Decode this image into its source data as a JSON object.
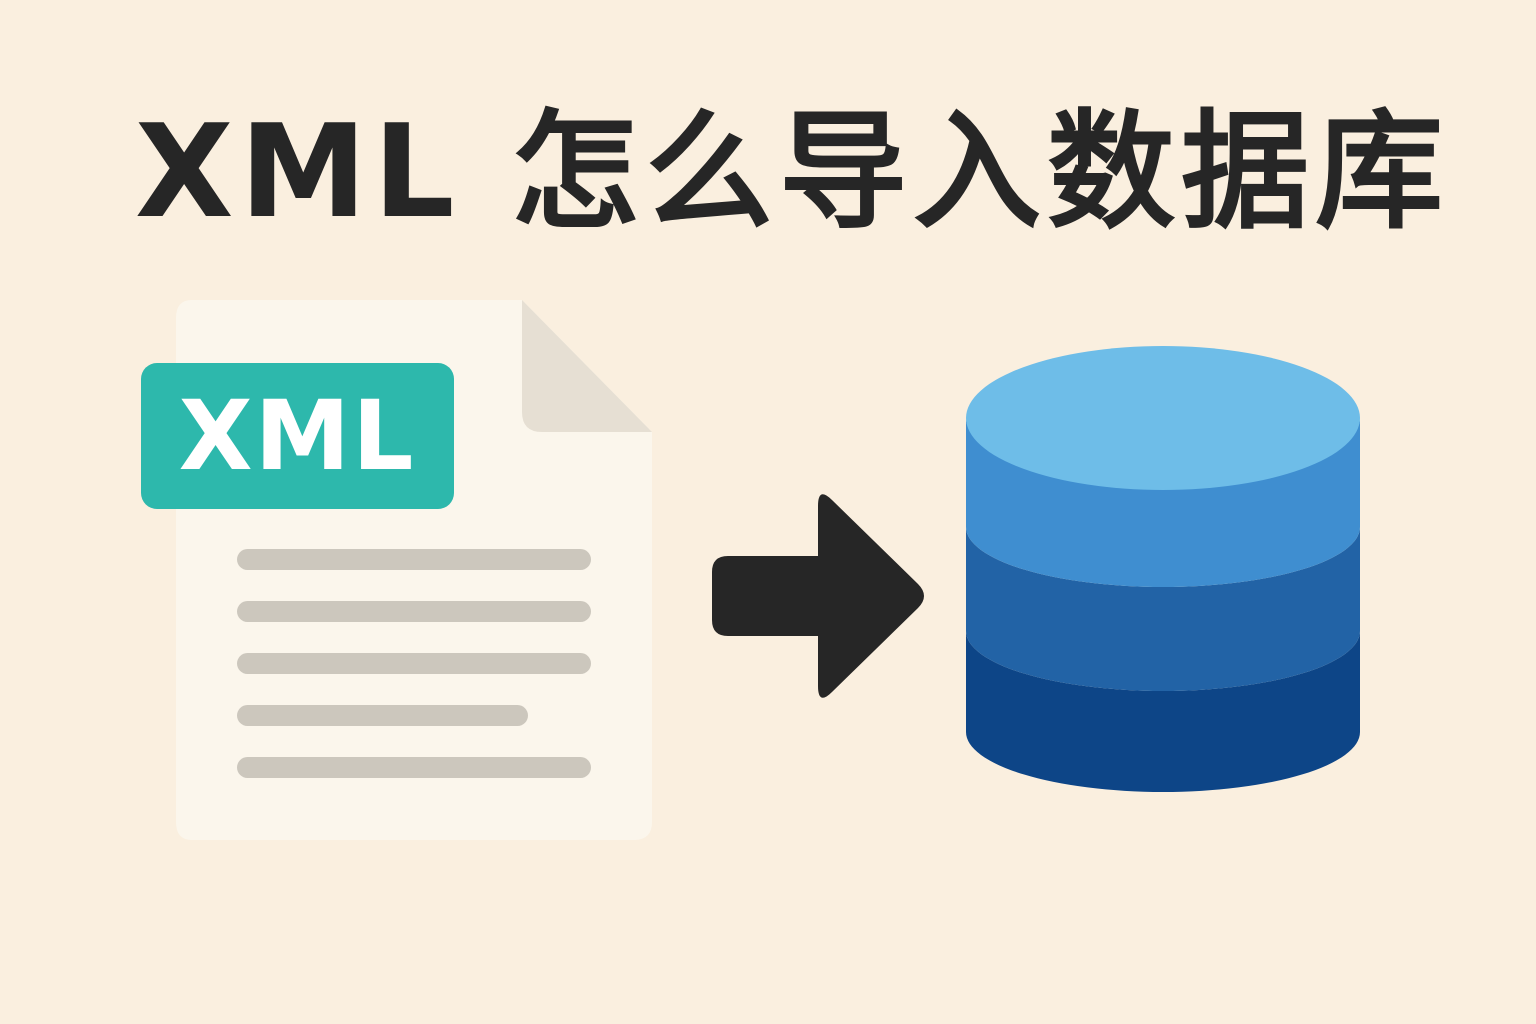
{
  "title": "XML 怎么导入数据库",
  "file_icon": {
    "tag_label": "XML",
    "tag_color": "#2db8ac",
    "page_color": "#fbf6ec",
    "fold_color": "#e6dfd3",
    "line_color": "#ccc7bd",
    "text_lines": 5
  },
  "arrow": {
    "icon": "right-arrow-icon",
    "color": "#262626"
  },
  "database_icon": {
    "icon": "database-cylinder-icon",
    "top_color": "#6ebde8",
    "layer_colors": [
      "#3f8ed0",
      "#2263a6",
      "#0d4587"
    ]
  },
  "colors": {
    "background": "#faefdf",
    "title": "#262626"
  }
}
